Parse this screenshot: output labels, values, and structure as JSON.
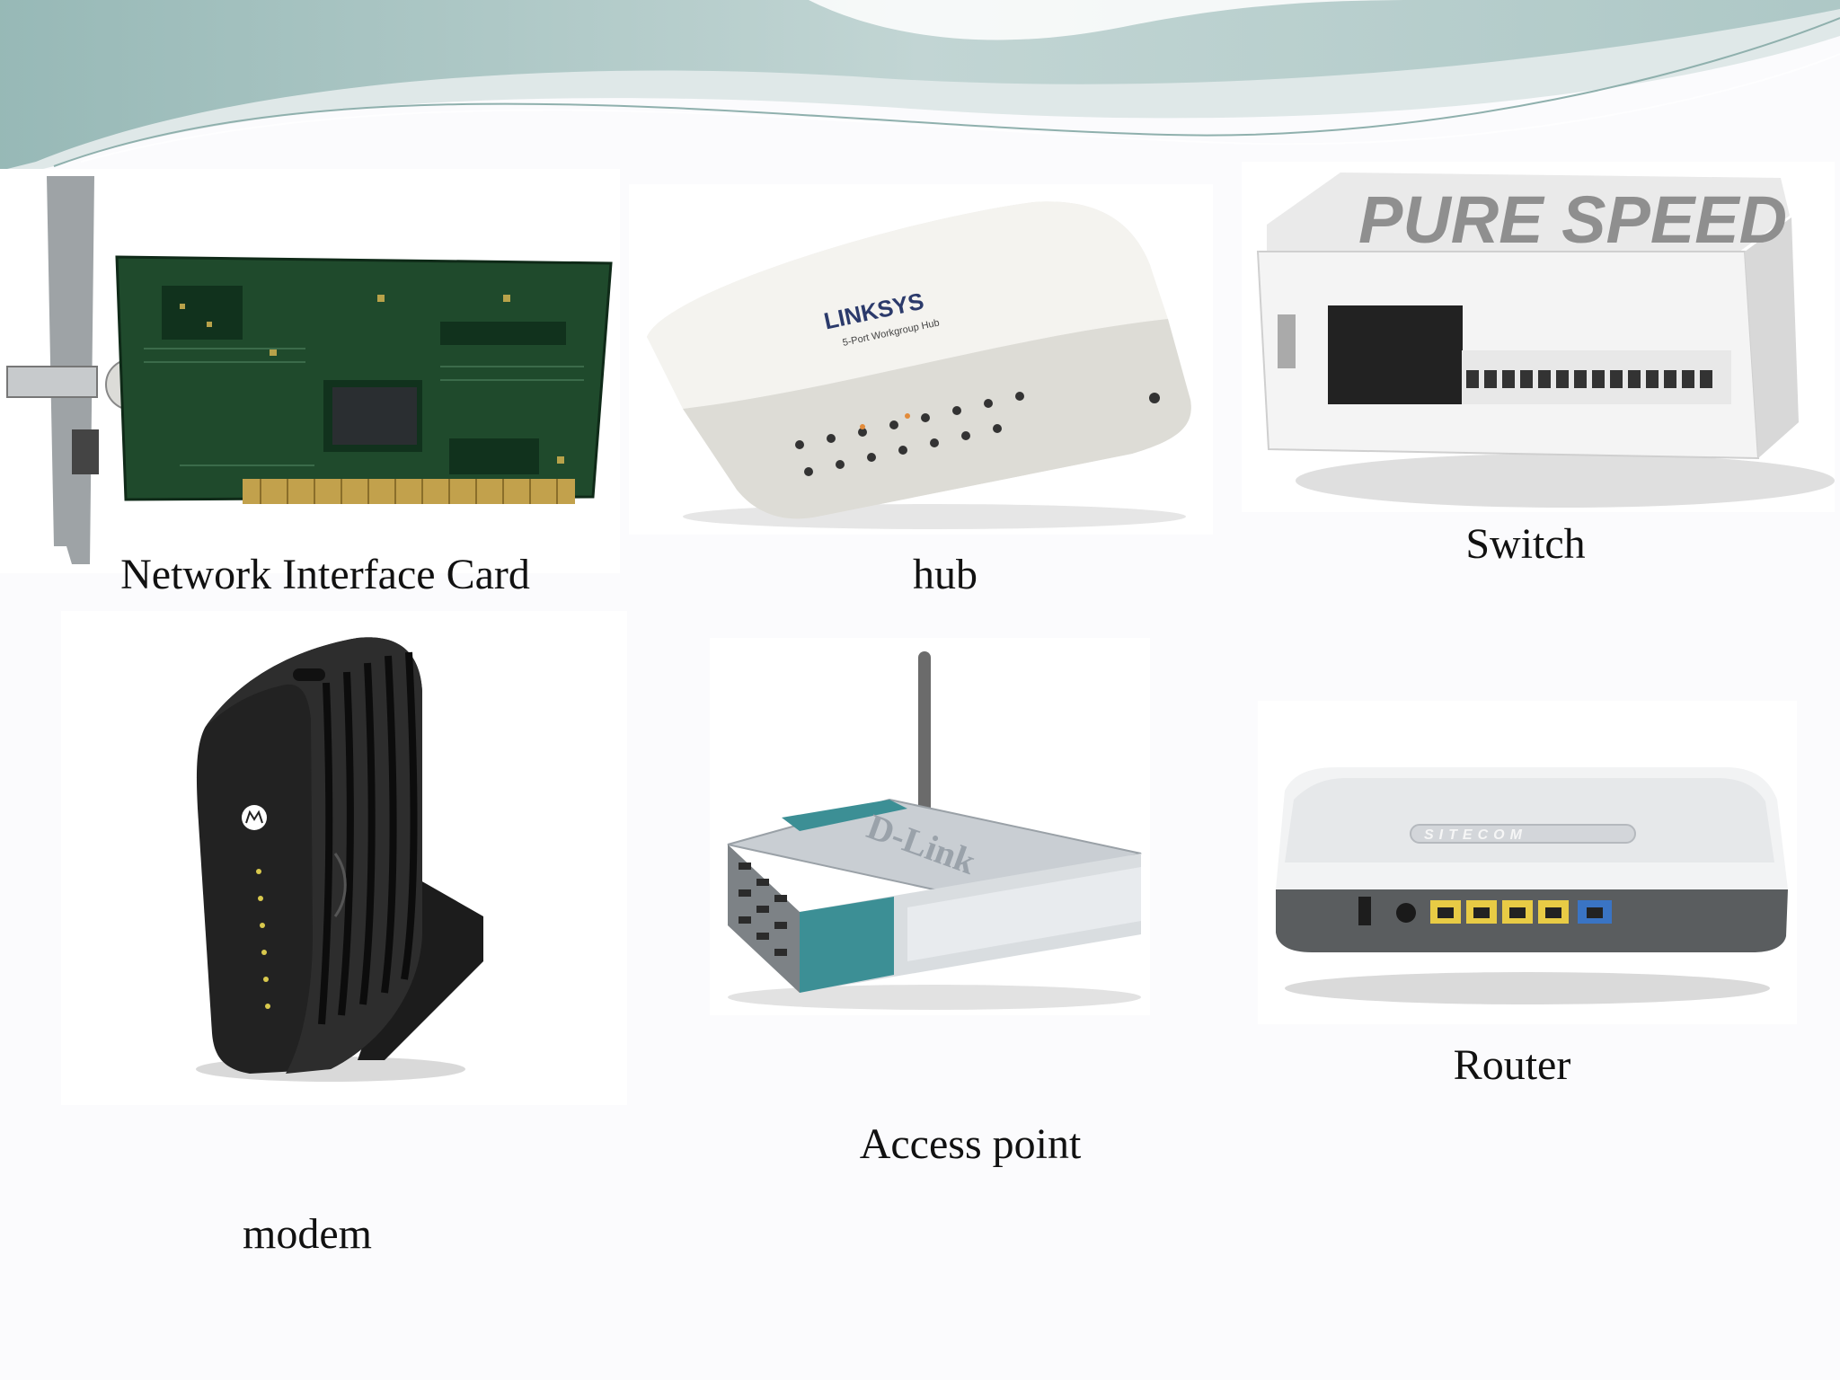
{
  "slide": {
    "theme_colors": {
      "banner_dark": "#a9c4c2",
      "banner_mid": "#c8d9d8",
      "banner_light": "#e9f0f0",
      "background": "#fbfbfd"
    },
    "devices": [
      {
        "id": "nic",
        "caption": "Network Interface Card"
      },
      {
        "id": "hub",
        "caption": "hub",
        "brand": "LINKSYS"
      },
      {
        "id": "switch",
        "caption": "Switch",
        "brand": "PURE SPEED"
      },
      {
        "id": "modem",
        "caption": "modem",
        "brand": "MOTOROLA"
      },
      {
        "id": "access-point",
        "caption": "Access point",
        "brand": "D-Link"
      },
      {
        "id": "router",
        "caption": "Router",
        "brand": "SITECOM"
      }
    ]
  }
}
